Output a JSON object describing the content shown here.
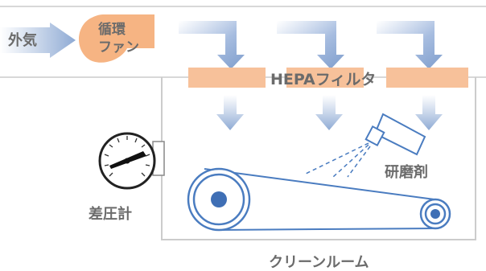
{
  "labels": {
    "outside_air": "外気",
    "fan": "循環\nファン",
    "hepa_filter": "HEPAフィルタ",
    "abrasive": "研磨剤",
    "pressure_gauge": "差圧計",
    "clean_room": "クリーンルーム"
  },
  "colors": {
    "arrow_fill": "#8eaad4",
    "filter_fill": "#f7c19a",
    "fan_fill": "#f6b483",
    "room_outline": "#cccccc",
    "roller_stroke": "#4a7cc0",
    "roller_hub": "#3f6fb5",
    "gauge_needle": "#111111",
    "label_text": "#6b6b6b"
  }
}
